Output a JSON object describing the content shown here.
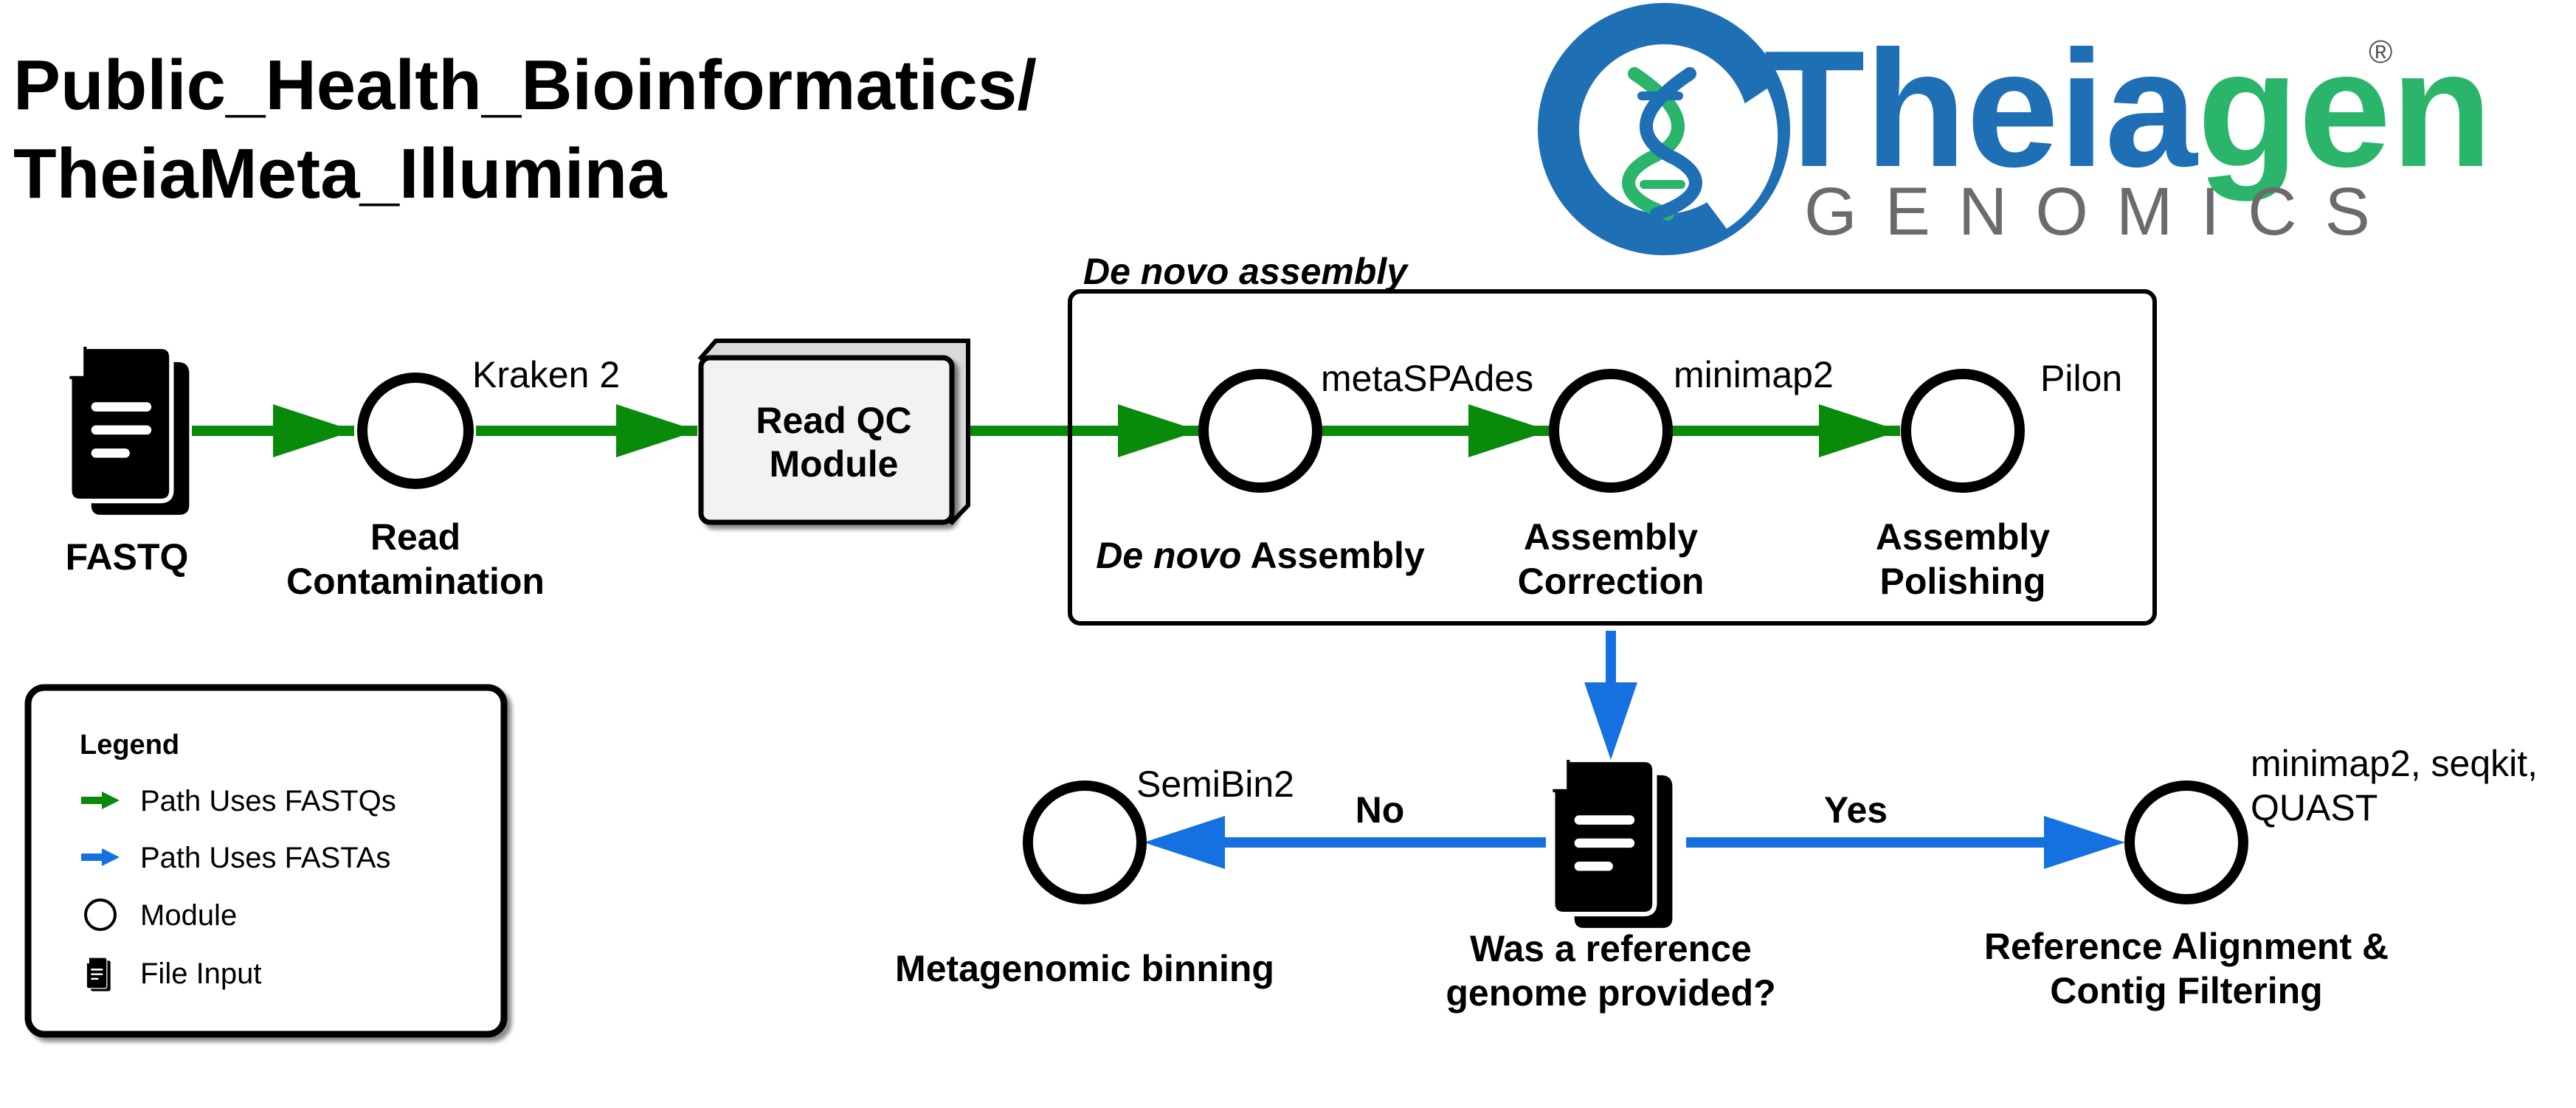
{
  "title": {
    "line1": "Public_Health_Bioinformatics/",
    "line2": "TheiaMeta_Illumina"
  },
  "brand": {
    "name_part1": "Theia",
    "name_part2": "gen",
    "registered_mark": "®",
    "subtitle": "GENOMICS",
    "color_blue": "#1f6fb5",
    "color_green": "#2ab56a"
  },
  "colors": {
    "fastq_path": "#0a8a0a",
    "fasta_path": "#1570e0",
    "module_stroke": "#000000"
  },
  "nodes": {
    "fastq_input": {
      "label": "FASTQ",
      "icon": "file-icon"
    },
    "read_contamination": {
      "label_line1": "Read",
      "label_line2": "Contamination",
      "tool": "Kraken 2"
    },
    "read_qc": {
      "label_line1": "Read QC",
      "label_line2": "Module"
    },
    "de_novo_group": {
      "label": "De novo assembly"
    },
    "de_novo_assembly": {
      "label_italic": "De novo",
      "label_rest": " Assembly",
      "tool": "metaSPAdes"
    },
    "assembly_correction": {
      "label_line1": "Assembly",
      "label_line2": "Correction",
      "tool": "minimap2"
    },
    "assembly_polishing": {
      "label_line1": "Assembly",
      "label_line2": "Polishing",
      "tool": "Pilon"
    },
    "reference_decision": {
      "label_line1": "Was a reference",
      "label_line2": "genome provided?",
      "icon": "file-icon"
    },
    "metagenomic_binning": {
      "label": "Metagenomic binning",
      "tool": "SemiBin2"
    },
    "reference_alignment": {
      "label_line1": "Reference Alignment &",
      "label_line2": "Contig Filtering",
      "tool_line1": "minimap2, seqkit,",
      "tool_line2": "QUAST"
    }
  },
  "edges": {
    "no_label": "No",
    "yes_label": "Yes"
  },
  "legend": {
    "title": "Legend",
    "items": [
      {
        "label": "Path Uses FASTQs",
        "icon": "green-arrow-icon"
      },
      {
        "label": "Path Uses FASTAs",
        "icon": "blue-arrow-icon"
      },
      {
        "label": "Module",
        "icon": "circle-icon"
      },
      {
        "label": "File Input",
        "icon": "file-icon"
      }
    ]
  }
}
